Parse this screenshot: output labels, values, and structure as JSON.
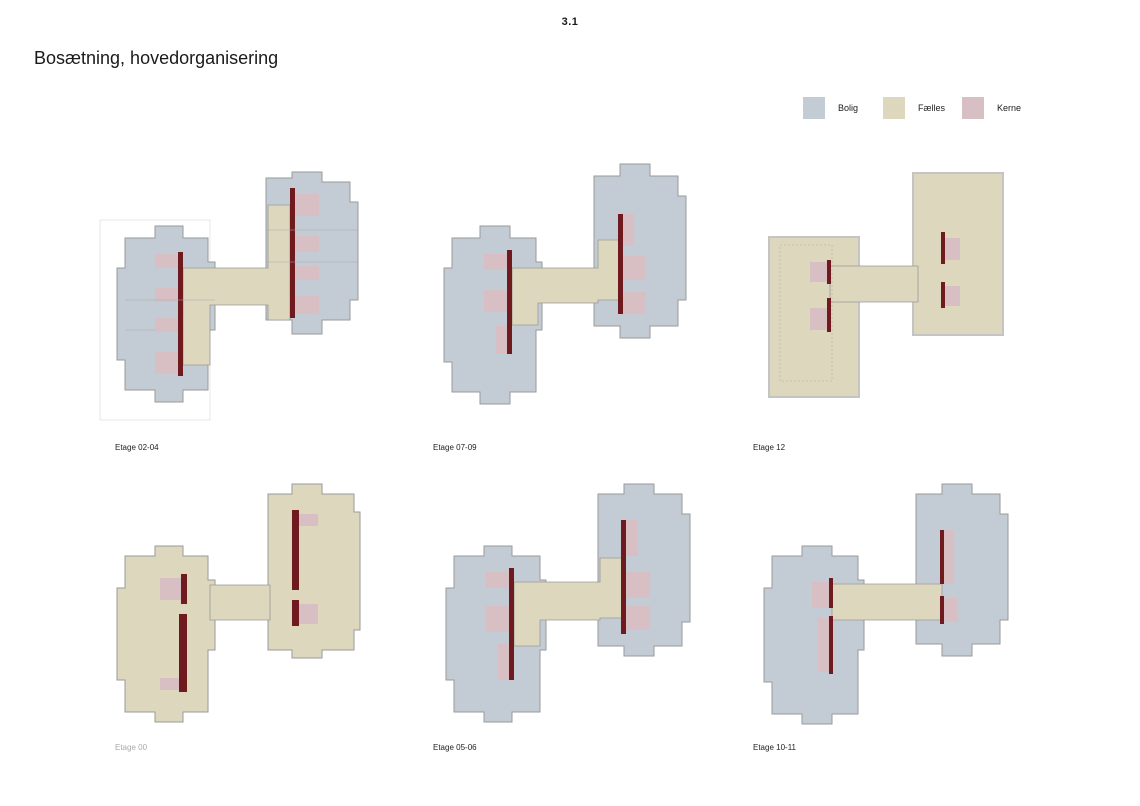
{
  "header": {
    "page_number": "3.1",
    "title": "Bosætning, hovedorganisering"
  },
  "legend": [
    {
      "label": "Bolig",
      "color": "#c3ccd4"
    },
    {
      "label": "Fælles",
      "color": "#dcd7bd"
    },
    {
      "label": "Kerne",
      "color": "#d8bfc3"
    }
  ],
  "colors": {
    "core_wall": "#6e1a1f",
    "wall": "#9a9a9a",
    "outline": "#cccccc"
  },
  "plans": [
    {
      "label": "Etage 02-04"
    },
    {
      "label": "Etage 07-09"
    },
    {
      "label": "Etage 12"
    },
    {
      "label": "Etage 00"
    },
    {
      "label": "Etage 05-06"
    },
    {
      "label": "Etage 10-11"
    }
  ]
}
